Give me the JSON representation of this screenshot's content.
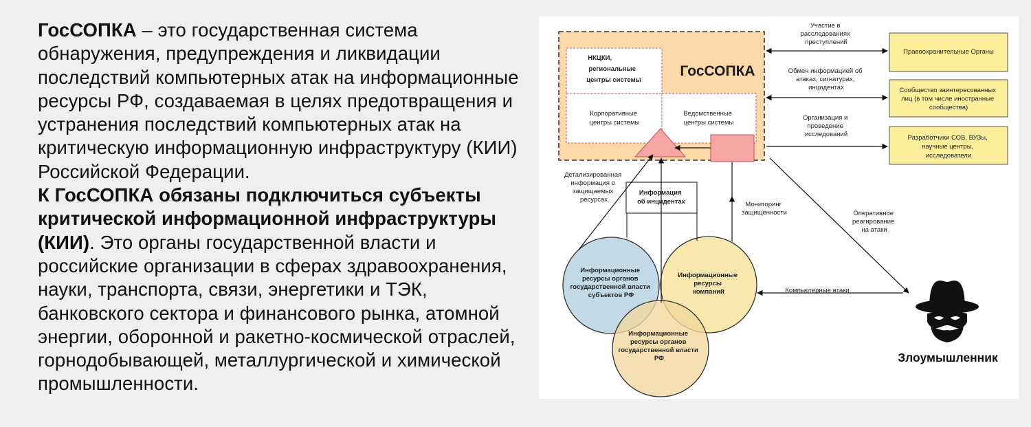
{
  "text": {
    "p1_bold": "ГосСОПКА",
    "p1_rest": " – это государственная система обнаружения, предупреждения и ликвидации последствий компьютерных атак на информационные ресурсы РФ, создаваемая в целях предотвращения и устранения последствий компьютерных атак на критическую информационную инфраструктуру (КИИ) Российской Федерации.",
    "p2_bold": "К ГосСОПКА обязаны подключиться субъекты критической информационной инфраструктуры (КИИ)",
    "p2_rest": ". Это органы государственной власти и российские организации в сферах здравоохранения, науки, транспорта, связи, энергетики и ТЭК, банковского сектора и финансового рынка, атомной энергии, оборонной и ракетно-космической отраслей, горнодобывающей, металлургической и химической промышленности."
  },
  "diagram": {
    "title": "ГосСОПКА",
    "nkcki": [
      "НКЦКИ,",
      "региональные",
      "центры системы"
    ],
    "corporate": [
      "Корпоративные",
      "центры системы"
    ],
    "departmental": [
      "Ведомственные",
      "центры системы"
    ],
    "right_boxes": [
      [
        "Правоохранительные Органы"
      ],
      [
        "Сообщество заинтересованных",
        "лиц (в том числе иностранные",
        "сообщества)"
      ],
      [
        "Разработчики СОВ, ВУЗы,",
        "научные центры,",
        "исследователи"
      ]
    ],
    "arrow_labels": {
      "investigation": [
        "Участие в",
        "расследованиях",
        "преступлений"
      ],
      "exchange": [
        "Обмен информацией об",
        "атаках, сигнатурах,",
        "инцидентах"
      ],
      "research": [
        "Организация и",
        "проведение",
        "исследований"
      ],
      "detailed": [
        "Детализированная",
        "информация о",
        "защищаемых",
        "ресурсах"
      ],
      "monitoring": [
        "Мониторинг",
        "защищенности"
      ],
      "response": [
        "Оперативное",
        "реагирование",
        "на атаки"
      ],
      "attacks": [
        "Компьютерные атаки"
      ]
    },
    "incidents_box": [
      "Информация",
      "об инцидентах"
    ],
    "circles": {
      "regional": [
        "Информационные",
        "ресурсы органов",
        "государственной власти",
        "субъектов РФ"
      ],
      "companies": [
        "Информационные",
        "ресурсы",
        "компаний"
      ],
      "federal": [
        "Информационные",
        "ресурсы органов",
        "государственной власти",
        "РФ"
      ]
    },
    "intruder_label": "Злоумышленник",
    "colors": {
      "gossopka_fill": "#fdd9a9",
      "box_fill": "#fcef9b",
      "box_stroke": "#555555",
      "pink": "#f6a5a5",
      "blue_circle": "#b9d3e2",
      "yellow_circle": "#f7e6a6",
      "tan_circle": "#f1d79c"
    },
    "icons": [
      "intruder-hat-mask-icon"
    ]
  }
}
